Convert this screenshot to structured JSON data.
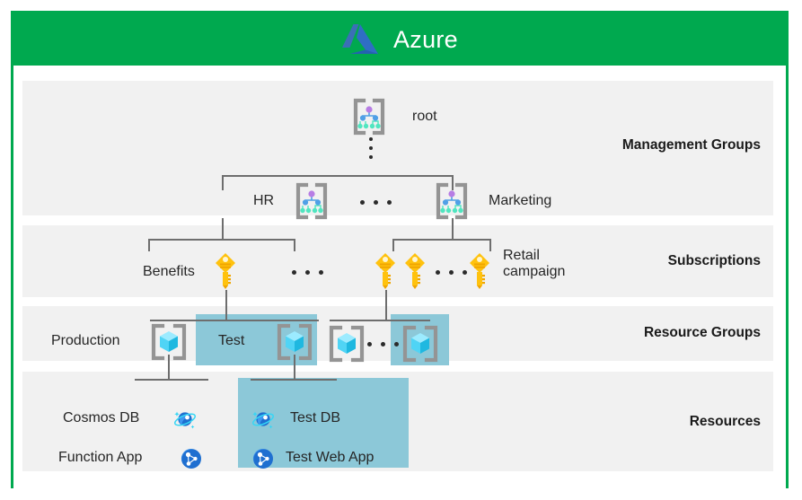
{
  "header": {
    "title": "Azure",
    "logo_icon": "azure-logo-icon",
    "bg_color": "#00a94f"
  },
  "colors": {
    "band_bg": "#f1f1f1",
    "highlight": "#8cc8d8",
    "connector": "#6e6e6e",
    "key_gold": "#ffc20e",
    "cube_cyan": "#50e6ff",
    "bracket_gray": "#949494",
    "mg_node_purple": "#b77de4",
    "mg_node_blue": "#50a0e6",
    "mg_node_teal": "#50e6c0",
    "text": "#262626"
  },
  "tiers": [
    {
      "id": "management-groups",
      "label": "Management Groups"
    },
    {
      "id": "subscriptions",
      "label": "Subscriptions"
    },
    {
      "id": "resource-groups",
      "label": "Resource Groups"
    },
    {
      "id": "resources",
      "label": "Resources"
    }
  ],
  "management_groups": {
    "root": {
      "label": "root",
      "icon": "management-group-icon"
    },
    "ellipsis_vertical": "⋮",
    "children": [
      {
        "label": "HR",
        "icon": "management-group-icon",
        "label_side": "left"
      },
      {
        "label": "Marketing",
        "icon": "management-group-icon",
        "label_side": "right"
      }
    ],
    "ellipsis_horizontal": "…"
  },
  "subscriptions": {
    "items": [
      {
        "label": "Benefits",
        "icon": "subscription-key-icon",
        "label_side": "left",
        "highlighted": false
      },
      {
        "label": "",
        "icon": "subscription-key-icon",
        "label_side": "none",
        "highlighted": false
      },
      {
        "label": "",
        "icon": "subscription-key-icon",
        "label_side": "none",
        "highlighted": false
      },
      {
        "label": "Retail campaign",
        "icon": "subscription-key-icon",
        "label_side": "right",
        "highlighted": false
      }
    ],
    "ellipsis": "…"
  },
  "resource_groups": {
    "items": [
      {
        "label": "Production",
        "icon": "resource-group-icon",
        "label_side": "left",
        "highlighted": false
      },
      {
        "label": "Test",
        "icon": "resource-group-icon",
        "label_side": "left",
        "highlighted": true
      },
      {
        "label": "",
        "icon": "resource-group-icon",
        "label_side": "none",
        "highlighted": false
      },
      {
        "label": "",
        "icon": "resource-group-icon",
        "label_side": "none",
        "highlighted": true
      }
    ],
    "ellipsis": "…"
  },
  "resources": {
    "left_group": [
      {
        "label": "Cosmos DB",
        "icon": "cosmos-db-icon",
        "label_side": "left",
        "highlighted": false
      },
      {
        "label": "Function App",
        "icon": "function-app-icon",
        "label_side": "left",
        "highlighted": false
      }
    ],
    "right_group": [
      {
        "label": "Test DB",
        "icon": "cosmos-db-icon",
        "label_side": "right",
        "highlighted": true
      },
      {
        "label": "Test Web App",
        "icon": "function-app-icon",
        "label_side": "right",
        "highlighted": true
      }
    ]
  }
}
